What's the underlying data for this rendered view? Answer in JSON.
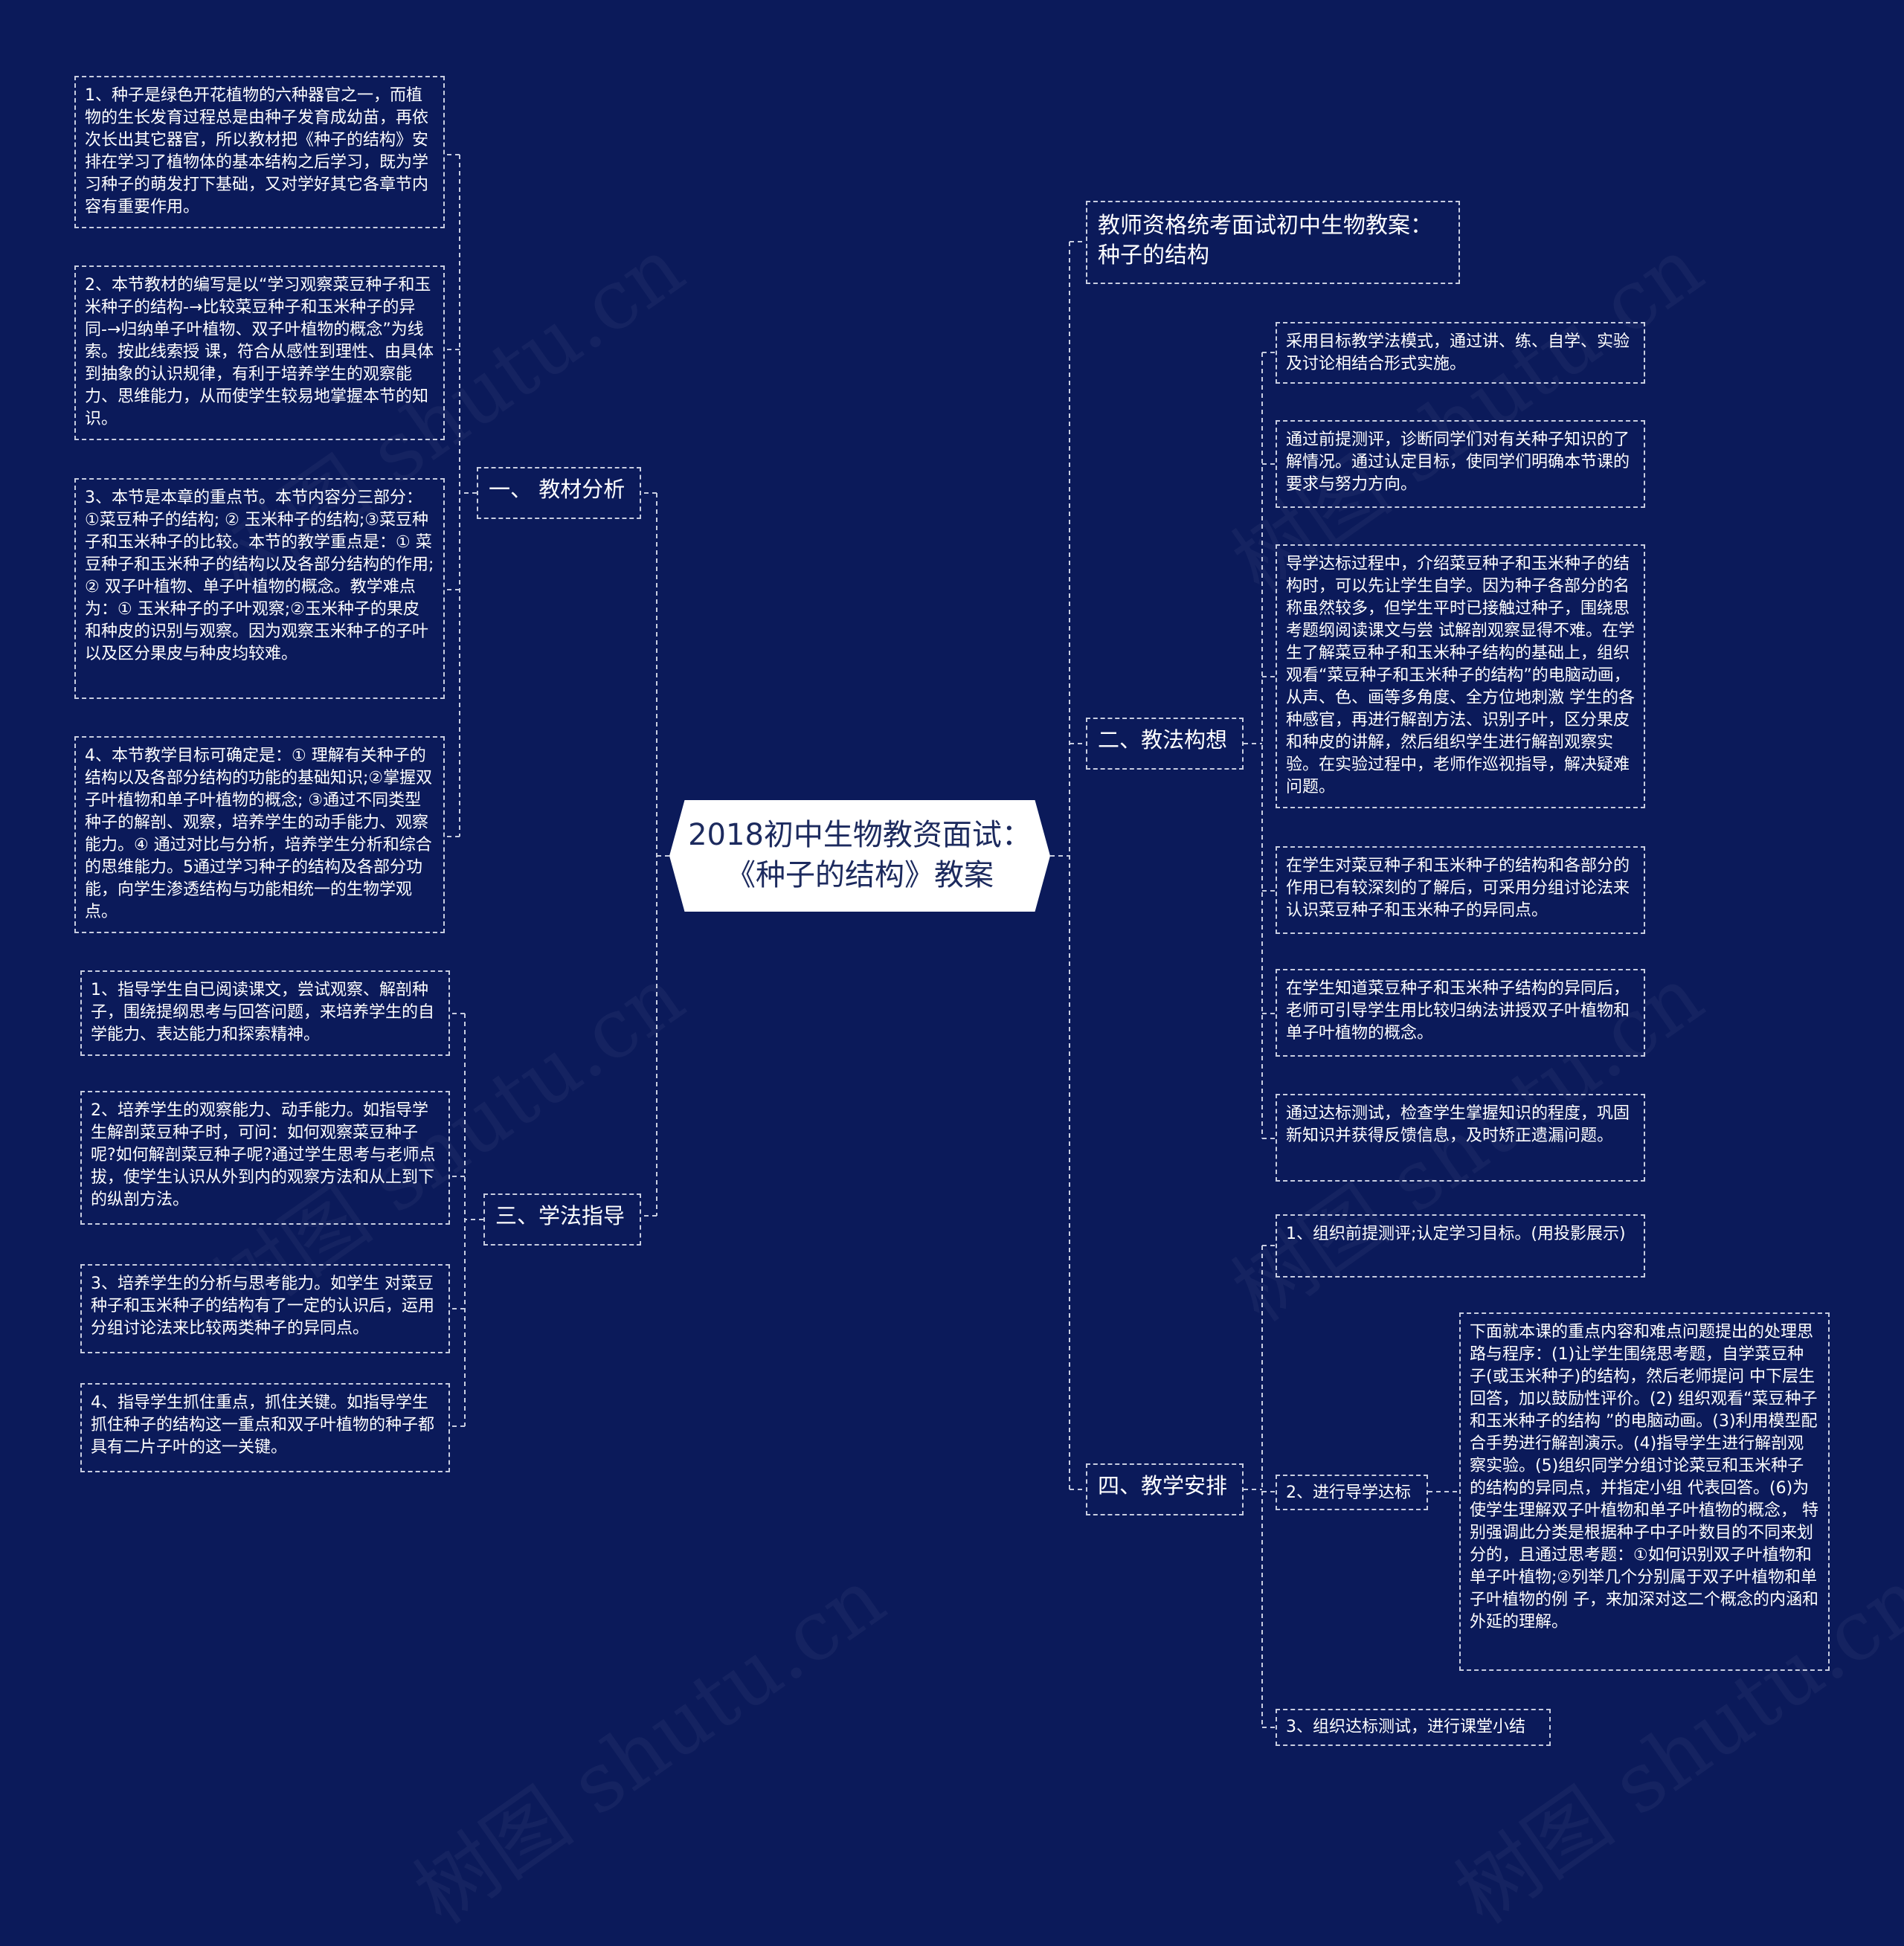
{
  "root": {
    "title": "2018初中生物教资面试：\n《种子的结构》教案"
  },
  "header": {
    "title": "教师资格统考面试初中生物教案：\n种子的结构"
  },
  "left_branches": [
    {
      "label": "一、 教材分析",
      "items": [
        "1、种子是绿色开花植物的六种器官之一，而植物的生长发育过程总是由种子发育成幼苗，再依次长出其它器官，所以教材把《种子的结构》安排在学习了植物体的基本结构之后学习，既为学习种子的萌发打下基础，又对学好其它各章节内容有重要作用。",
        "2、本节教材的编写是以“学习观察菜豆种子和玉米种子的结构-→比较菜豆种子和玉米种子的异同-→归纳单子叶植物、双子叶植物的概念”为线索。按此线索授 课，符合从感性到理性、由具体到抽象的认识规律，有利于培养学生的观察能力、思维能力，从而使学生较易地掌握本节的知识。",
        "3、本节是本章的重点节。本节内容分三部分：①菜豆种子的结构; ② 玉米种子的结构;③菜豆种子和玉米种子的比较。本节的教学重点是：① 菜豆种子和玉米种子的结构以及各部分结构的作用;② 双子叶植物、单子叶植物的概念。教学难点为：① 玉米种子的子叶观察;②玉米种子的果皮和种皮的识别与观察。因为观察玉米种子的子叶以及区分果皮与种皮均较难。",
        "4、本节教学目标可确定是：① 理解有关种子的结构以及各部分结构的功能的基础知识;②掌握双子叶植物和单子叶植物的概念; ③通过不同类型种子的解剖、观察，培养学生的动手能力、观察能力。④ 通过对比与分析，培养学生分析和综合的思维能力。5通过学习种子的结构及各部分功能，向学生渗透结构与功能相统一的生物学观点。"
      ]
    },
    {
      "label": "三、学法指导",
      "items": [
        "1、指导学生自已阅读课文，尝试观察、解剖种子，围绕提纲思考与回答问题，来培养学生的自学能力、表达能力和探索精神。",
        "2、培养学生的观察能力、动手能力。如指导学生解剖菜豆种子时，可问：如何观察菜豆种子呢?如何解剖菜豆种子呢?通过学生思考与老师点拔，使学生认识从外到内的观察方法和从上到下的纵剖方法。",
        "3、培养学生的分析与思考能力。如学生 对菜豆种子和玉米种子的结构有了一定的认识后，运用分组讨论法来比较两类种子的异同点。",
        "4、指导学生抓住重点，抓住关键。如指导学生抓住种子的结构这一重点和双子叶植物的种子都具有二片子叶的这一关键。"
      ]
    }
  ],
  "right_branches": [
    {
      "label": "二、教法构想",
      "items": [
        "采用目标教学法模式，通过讲、练、自学、实验及讨论相结合形式实施。",
        "通过前提测评，诊断同学们对有关种子知识的了解情况。通过认定目标，使同学们明确本节课的要求与努力方向。",
        "导学达标过程中，介绍菜豆种子和玉米种子的结构时，可以先让学生自学。因为种子各部分的名称虽然较多，但学生平时已接触过种子，围绕思考题纲阅读课文与尝 试解剖观察显得不难。在学生了解菜豆种子和玉米种子结构的基础上，组织观看“菜豆种子和玉米种子的结构”的电脑动画，从声、色、画等多角度、全方位地刺激 学生的各种感官，再进行解剖方法、识别子叶，区分果皮和种皮的讲解，然后组织学生进行解剖观察实验。在实验过程中，老师作巡视指导，解决疑难问题。",
        "在学生对菜豆种子和玉米种子的结构和各部分的作用已有较深刻的了解后，可采用分组讨论法来认识菜豆种子和玉米种子的异同点。",
        "在学生知道菜豆种子和玉米种子结构的异同后，老师可引导学生用比较归纳法讲授双子叶植物和单子叶植物的概念。",
        "通过达标测试，检查学生掌握知识的程度，巩固新知识并获得反馈信息，及时矫正遗漏问题。"
      ]
    },
    {
      "label": "四、教学安排",
      "items": [
        "1、组织前提测评;认定学习目标。(用投影展示)",
        "2、进行导学达标",
        "3、组织达标测试，进行课堂小结"
      ],
      "sub_detail": "下面就本课的重点内容和难点问题提出的处理思路与程序：(1)让学生围绕思考题，自学菜豆种子(或玉米种子)的结构，然后老师提问 中下层生回答，加以鼓励性评价。(2) 组织观看“菜豆种子和玉米种子的结构 ”的电脑动画。(3)利用模型配合手势进行解剖演示。(4)指导学生进行解剖观察实验。(5)组织同学分组讨论菜豆和玉米种子的结构的异同点，并指定小组 代表回答。(6)为使学生理解双子叶植物和单子叶植物的概念， 特别强调此分类是根据种子中子叶数目的不同来划分的，且通过思考题：①如何识别双子叶植物和单子叶植物;②列举几个分别属于双子叶植物和单子叶植物的例 子，来加深对这二个概念的内涵和外延的理解。"
    }
  ],
  "watermark": "树图 shutu.cn",
  "colors": {
    "background": "#0b1a5a",
    "line": "#c8cde0",
    "root_fill": "#ffffff",
    "root_text": "#1c2a5e"
  }
}
